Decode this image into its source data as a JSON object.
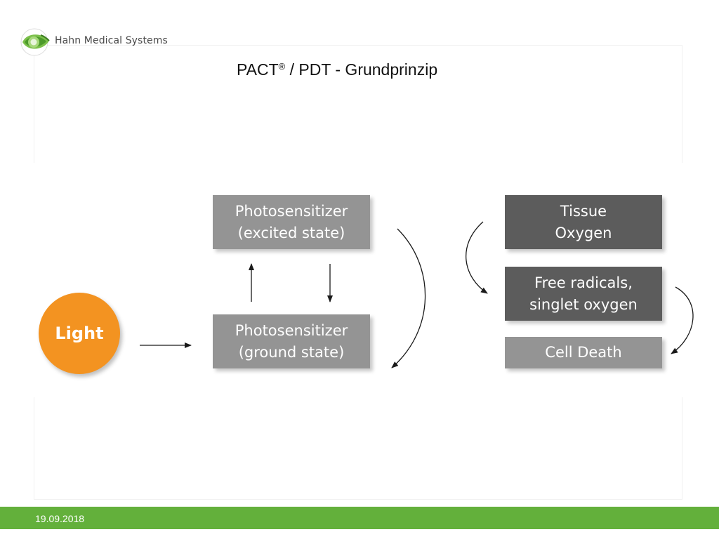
{
  "header": {
    "company": "Hahn Medical Systems",
    "title": "PACT",
    "title_reg": "®",
    "title_rest": " / PDT - Grundprinzip"
  },
  "diagram": {
    "light": "Light",
    "ps_excited": [
      "Photosensitizer",
      "(excited state)"
    ],
    "ps_ground": [
      "Photosensitizer",
      "(ground state)"
    ],
    "tissue": [
      "Tissue",
      "Oxygen"
    ],
    "radicals": [
      "Free radicals,",
      "singlet oxygen"
    ],
    "cell_death": "Cell Death"
  },
  "colors": {
    "light": "#f39321",
    "box_light": "#949494",
    "box_dark": "#5c5c5c",
    "footer": "#63b03b"
  },
  "footer": {
    "date": "19.09.2018"
  }
}
